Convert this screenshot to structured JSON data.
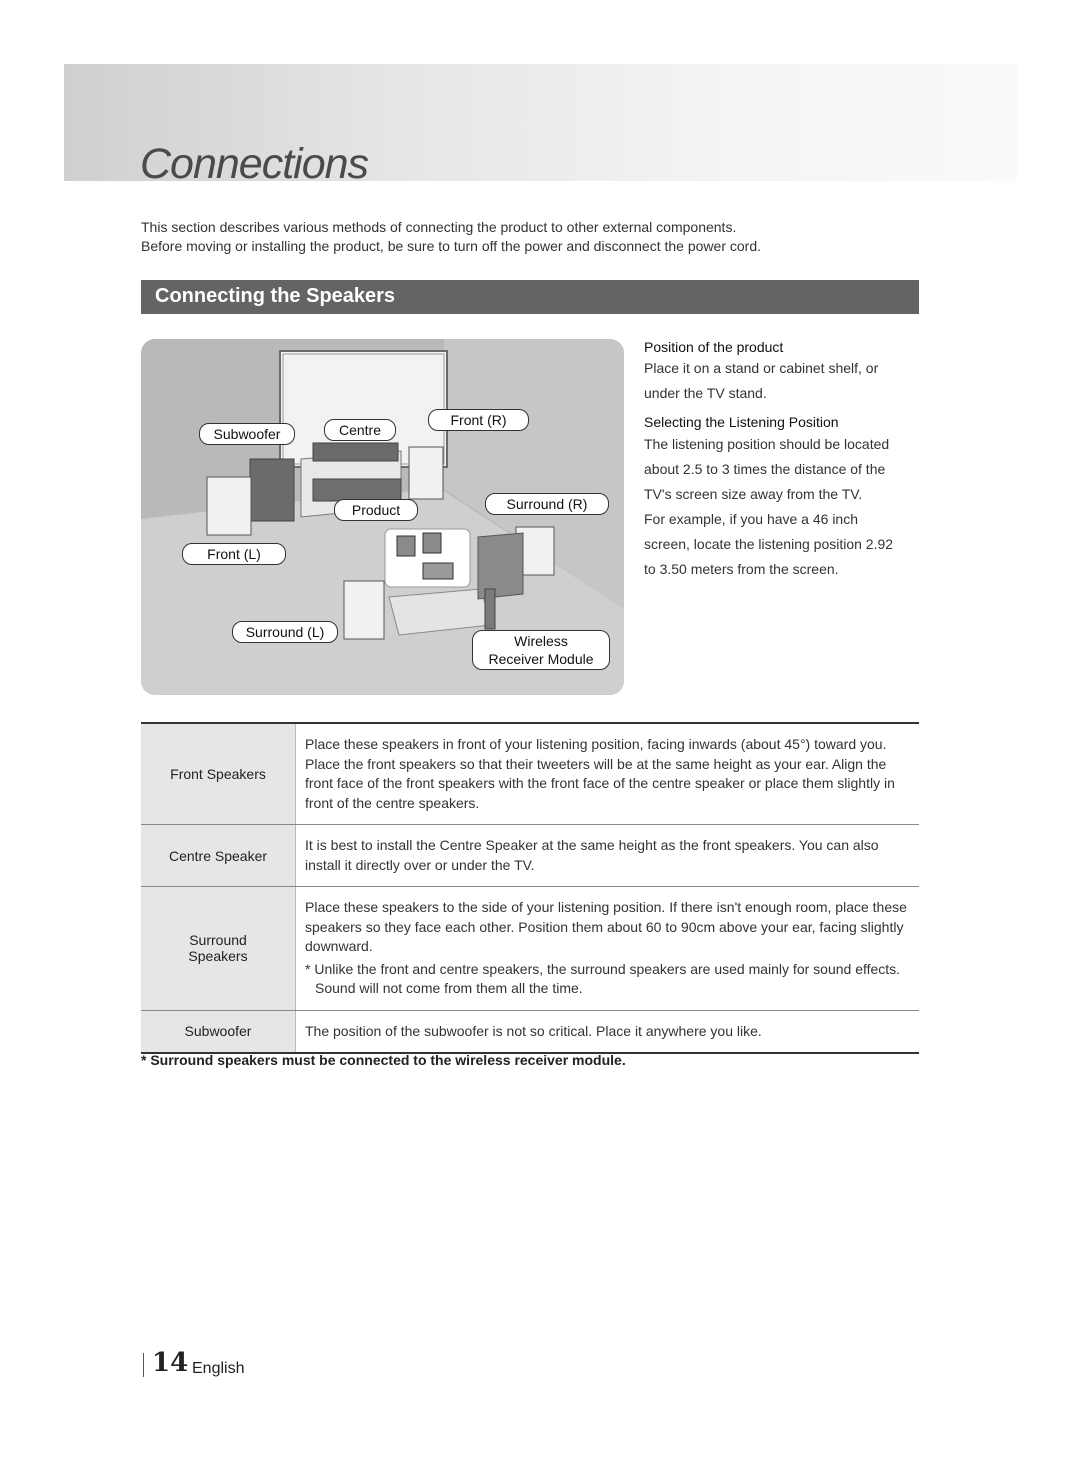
{
  "chapter": {
    "title": "Connections"
  },
  "intro": {
    "line1": "This section describes various methods of connecting the product to other external components.",
    "line2": "Before moving or installing the product, be sure to turn off the power and disconnect the power cord."
  },
  "section": {
    "title": "Connecting the Speakers"
  },
  "diagram": {
    "labels": {
      "subwoofer": "Subwoofer",
      "centre": "Centre",
      "front_r": "Front (R)",
      "product": "Product",
      "surround_r": "Surround (R)",
      "front_l": "Front (L)",
      "surround_l": "Surround (L)",
      "wireless_line1": "Wireless",
      "wireless_line2": "Receiver Module"
    },
    "colors": {
      "background": "#b9b9b9",
      "floor": "#cfcfcf",
      "label_border": "#333333"
    }
  },
  "side": {
    "position_heading": "Position of the product",
    "position_lines": [
      "Place it on a stand or cabinet shelf, or",
      "under the TV stand."
    ],
    "listening_heading": "Selecting the Listening Position",
    "listening_lines": [
      "The listening position should be located",
      "about 2.5 to 3 times the distance of the",
      "TV's screen size away from the TV.",
      "For example, if you have a 46 inch",
      "screen, locate the listening position 2.92",
      "to 3.50 meters from the screen."
    ]
  },
  "table": {
    "rows": [
      {
        "label": "Front Speakers",
        "text": "Place these speakers in front of your listening position, facing inwards (about 45°) toward you. Place the front speakers so that their tweeters will be at the same height as your ear. Align the front face of the front speakers with the front face of the centre speaker or place them slightly in front of the centre speakers."
      },
      {
        "label": "Centre Speaker",
        "text": "It is best to install the Centre Speaker at the same height as the front speakers. You can also install it directly over or under the TV."
      },
      {
        "label_line1": "Surround",
        "label_line2": "Speakers",
        "text": "Place these speakers to the side of your listening position. If there isn't enough room, place these speakers so they face each other. Position them about 60 to 90cm above your ear, facing slightly downward.",
        "note": "* Unlike the front and centre speakers, the surround speakers are used mainly for sound effects. Sound will not come from them all the time."
      },
      {
        "label": "Subwoofer",
        "text": "The position of the subwoofer is not so critical. Place it anywhere you like."
      }
    ]
  },
  "footnote": "* Surround speakers must be connected to the wireless receiver module.",
  "footer": {
    "page_number": "14",
    "language": "English"
  }
}
